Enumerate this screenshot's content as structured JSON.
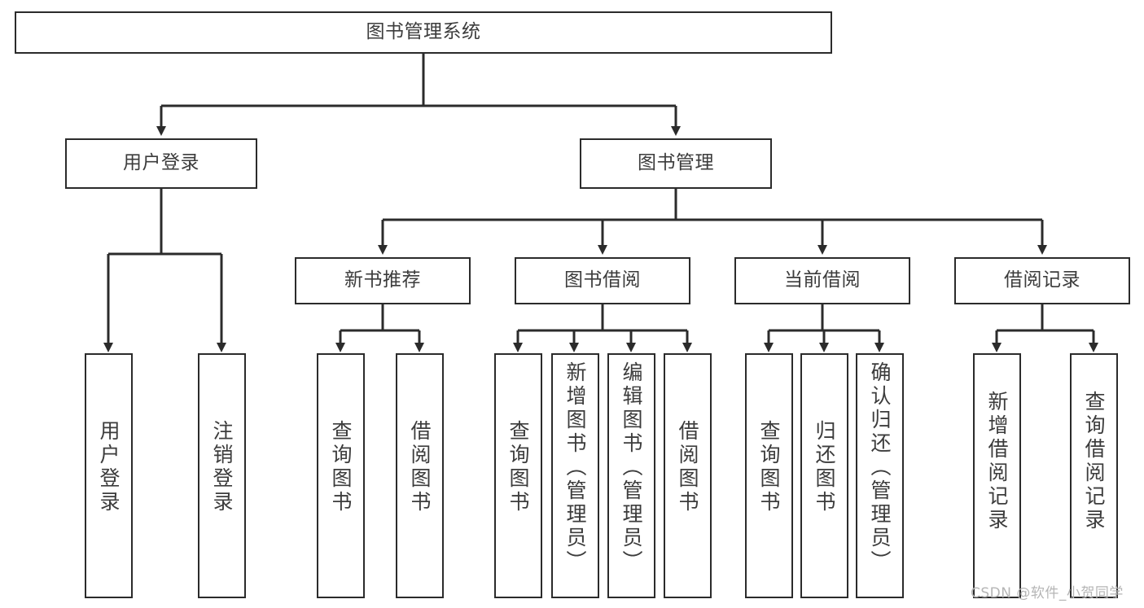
{
  "diagram": {
    "title": "图书管理系统",
    "type": "tree-hierarchy",
    "levels": 4,
    "line_color": "#2b2b2b",
    "text_color": "#3c3c3c",
    "background_color": "#ffffff"
  },
  "root": {
    "label": "图书管理系统"
  },
  "level2": [
    {
      "label": "用户登录"
    },
    {
      "label": "图书管理"
    }
  ],
  "level3": [
    {
      "label": "新书推荐"
    },
    {
      "label": "图书借阅"
    },
    {
      "label": "当前借阅"
    },
    {
      "label": "借阅记录"
    }
  ],
  "leaves": {
    "user_login": [
      {
        "label": "用户登录"
      },
      {
        "label": "注销登录"
      }
    ],
    "new_book_recommend": [
      {
        "label": "查询图书"
      },
      {
        "label": "借阅图书"
      }
    ],
    "book_borrow": [
      {
        "label": "查询图书"
      },
      {
        "label": "新增图书（管理员）"
      },
      {
        "label": "编辑图书（管理员）"
      },
      {
        "label": "借阅图书"
      }
    ],
    "current_borrow": [
      {
        "label": "查询图书"
      },
      {
        "label": "归还图书"
      },
      {
        "label": "确认归还（管理员）"
      }
    ],
    "borrow_record": [
      {
        "label": "新增借阅记录"
      },
      {
        "label": "查询借阅记录"
      }
    ]
  },
  "watermark": {
    "text": "CSDN @软件_小贺同学"
  }
}
